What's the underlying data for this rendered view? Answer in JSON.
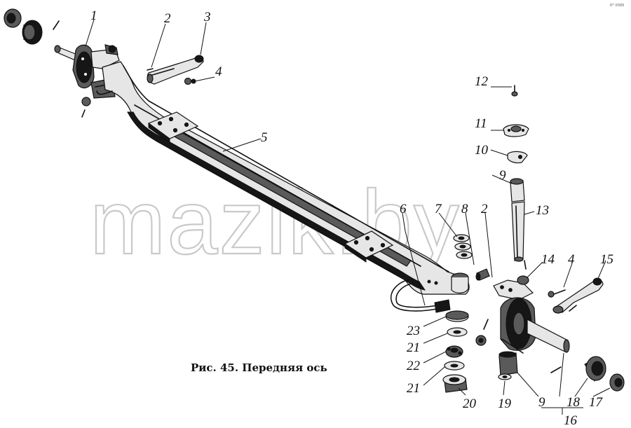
{
  "caption": "Рис. 45. Передняя ось",
  "watermark": "mazik.by",
  "corner_mark": "6ᴹ 0089",
  "callouts": [
    {
      "id": "c1",
      "label": "1"
    },
    {
      "id": "c2a",
      "label": "2"
    },
    {
      "id": "c3",
      "label": "3"
    },
    {
      "id": "c4a",
      "label": "4"
    },
    {
      "id": "c5",
      "label": "5"
    },
    {
      "id": "c6",
      "label": "6"
    },
    {
      "id": "c7",
      "label": "7"
    },
    {
      "id": "c8",
      "label": "8"
    },
    {
      "id": "c2b",
      "label": "2"
    },
    {
      "id": "c9a",
      "label": "9"
    },
    {
      "id": "c10",
      "label": "10"
    },
    {
      "id": "c11",
      "label": "11"
    },
    {
      "id": "c12",
      "label": "12"
    },
    {
      "id": "c13",
      "label": "13"
    },
    {
      "id": "c14",
      "label": "14"
    },
    {
      "id": "c4b",
      "label": "4"
    },
    {
      "id": "c15",
      "label": "15"
    },
    {
      "id": "c23",
      "label": "23"
    },
    {
      "id": "c21a",
      "label": "21"
    },
    {
      "id": "c22",
      "label": "22"
    },
    {
      "id": "c21b",
      "label": "21"
    },
    {
      "id": "c20",
      "label": "20"
    },
    {
      "id": "c19",
      "label": "19"
    },
    {
      "id": "c9b",
      "label": "9"
    },
    {
      "id": "c18",
      "label": "18"
    },
    {
      "id": "c17",
      "label": "17"
    },
    {
      "id": "c16",
      "label": "16"
    }
  ]
}
